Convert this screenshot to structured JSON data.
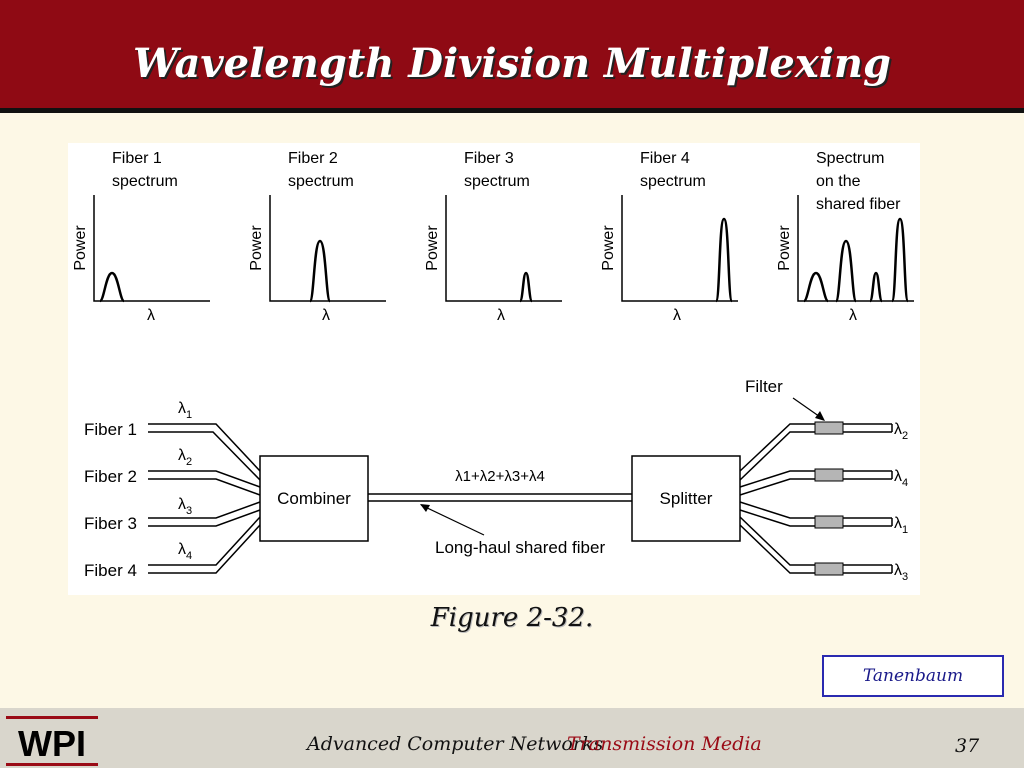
{
  "title": "Wavelength Division Multiplexing",
  "diagram": {
    "spectra": [
      {
        "label_line1": "Fiber 1",
        "label_line2": "spectrum",
        "label_line3": "",
        "ylabel": "Power",
        "xlabel": "λ"
      },
      {
        "label_line1": "Fiber 2",
        "label_line2": "spectrum",
        "label_line3": "",
        "ylabel": "Power",
        "xlabel": "λ"
      },
      {
        "label_line1": "Fiber 3",
        "label_line2": "spectrum",
        "label_line3": "",
        "ylabel": "Power",
        "xlabel": "λ"
      },
      {
        "label_line1": "Fiber 4",
        "label_line2": "spectrum",
        "label_line3": "",
        "ylabel": "Power",
        "xlabel": "λ"
      },
      {
        "label_line1": "Spectrum",
        "label_line2": "on the",
        "label_line3": "shared fiber",
        "ylabel": "Power",
        "xlabel": "λ"
      }
    ],
    "inputs": [
      {
        "fiber": "Fiber 1",
        "wavelength": "λ",
        "sub": "1"
      },
      {
        "fiber": "Fiber 2",
        "wavelength": "λ",
        "sub": "2"
      },
      {
        "fiber": "Fiber 3",
        "wavelength": "λ",
        "sub": "3"
      },
      {
        "fiber": "Fiber 4",
        "wavelength": "λ",
        "sub": "4"
      }
    ],
    "combiner": "Combiner",
    "splitter": "Splitter",
    "shared_label": "λ1+λ2+λ3+λ4",
    "long_haul": "Long-haul shared fiber",
    "filter": "Filter",
    "outputs": [
      {
        "wavelength": "λ",
        "sub": "2"
      },
      {
        "wavelength": "λ",
        "sub": "4"
      },
      {
        "wavelength": "λ",
        "sub": "1"
      },
      {
        "wavelength": "λ",
        "sub": "3"
      }
    ]
  },
  "caption": "Figure 2-32.",
  "author": "Tanenbaum",
  "footer": {
    "logo": "WPI",
    "course": "Advanced Computer Networks",
    "topic": "Transmission Media",
    "page": "37"
  },
  "colors": {
    "header": "#8f0a14",
    "background": "#fdf8e6",
    "footer": "#d9d6cc",
    "accent": "#9a0b16"
  }
}
